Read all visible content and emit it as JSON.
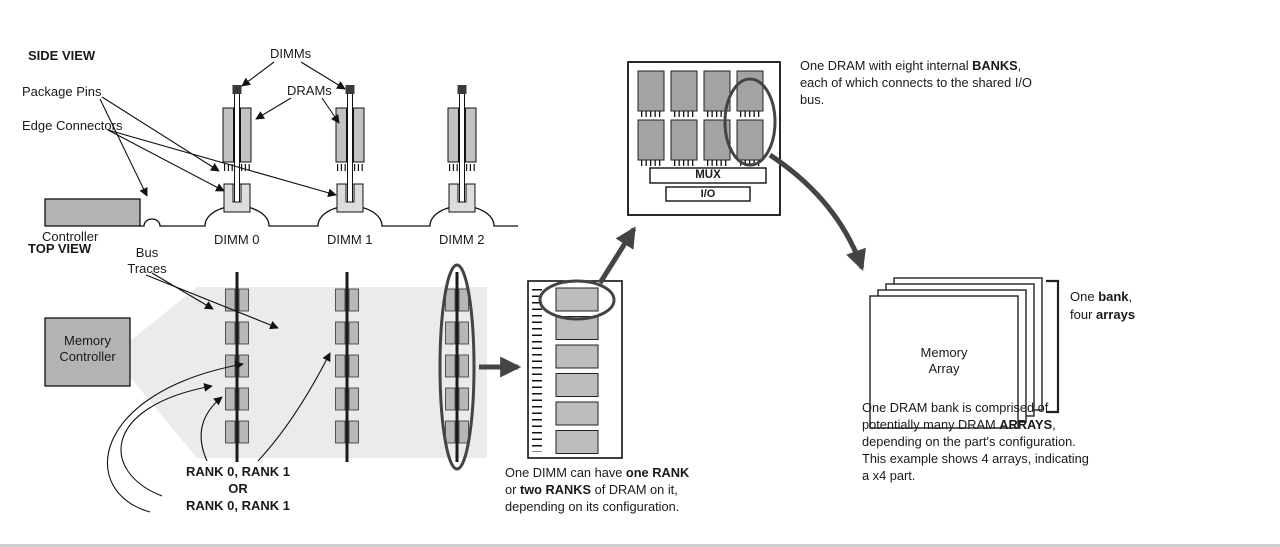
{
  "side_view": {
    "title": "SIDE VIEW",
    "package_pins": "Package Pins",
    "edge_connectors": "Edge Connectors",
    "dimms": "DIMMs",
    "drams": "DRAMs",
    "controller": "Controller",
    "dimm_labels": [
      "DIMM 0",
      "DIMM 1",
      "DIMM 2"
    ]
  },
  "top_view": {
    "title": "TOP VIEW",
    "bus": "Bus",
    "traces": "Traces",
    "controller_line1": "Memory",
    "controller_line2": "Controller",
    "rank_line1": "RANK 0, RANK 1",
    "rank_or": "OR",
    "rank_line2": "RANK 0, RANK 1"
  },
  "dram_chip": {
    "mux": "MUX",
    "io": "I/O"
  },
  "memory_array": {
    "line1": "Memory",
    "line2": "Array"
  },
  "bank_label": {
    "t1": "One ",
    "b1": "bank",
    "t2": ",",
    "t3": "four ",
    "b2": "arrays"
  },
  "banks_note": {
    "t1": "One DRAM with eight internal ",
    "b1": "BANKS",
    "t2": ", each of which connects to the shared I/O bus."
  },
  "dimm_note": {
    "t1": "One DIMM can have ",
    "b1": "one RANK",
    "t2": " or ",
    "b2": "two RANKS",
    "t3": " of DRAM on it, depending on its configuration."
  },
  "arrays_note": {
    "t1": "One DRAM bank is comprised of potentially many DRAM ",
    "b1": "ARRAYS",
    "t2": ", depending on the part's configuration. This example shows 4 arrays, indicating a x4 part."
  }
}
